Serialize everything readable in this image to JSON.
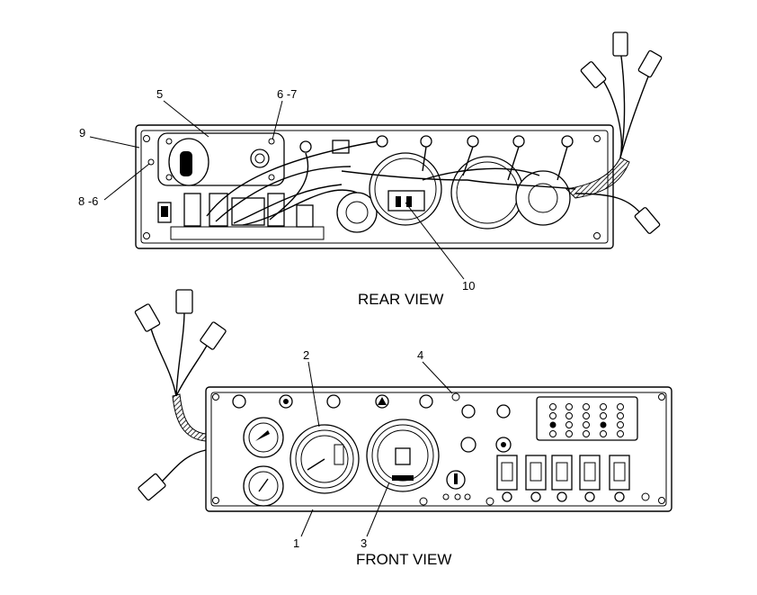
{
  "views": {
    "rear": "REAR VIEW",
    "front": "FRONT VIEW"
  },
  "callouts": {
    "c1": "1",
    "c2": "2",
    "c3": "3",
    "c4": "4",
    "c5": "5",
    "c67": "6 -7",
    "c86": "8 -6",
    "c9": "9",
    "c10": "10"
  }
}
